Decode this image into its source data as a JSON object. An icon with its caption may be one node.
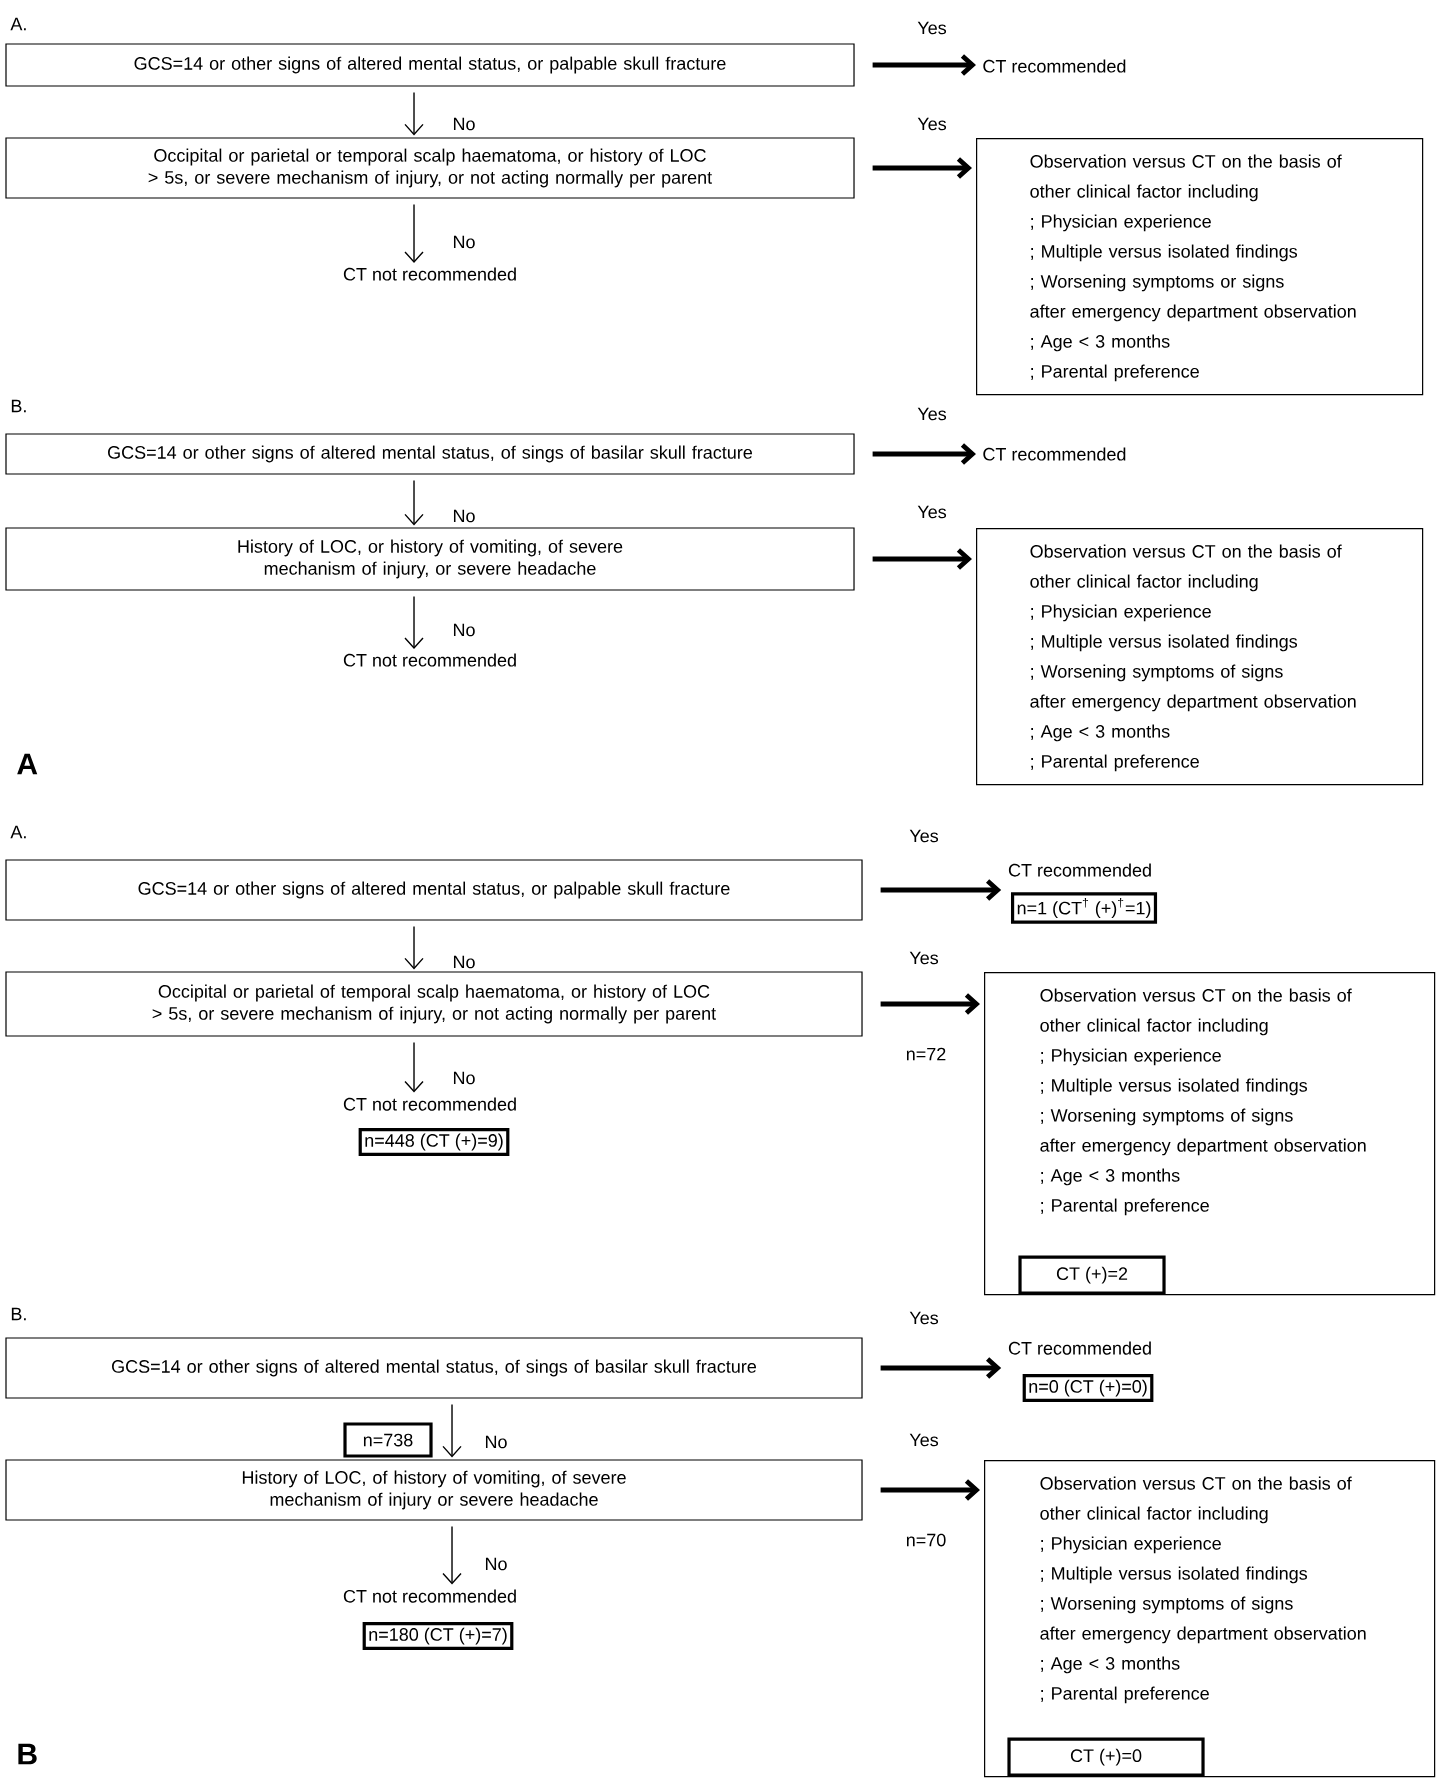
{
  "diagram": {
    "nodes": [
      {
        "text": [
          "GCS=14 or other signs of altered mental status, or palpable skull fracture"
        ]
      },
      {
        "text": [
          "CT recommended"
        ]
      },
      {
        "text": [
          "Occipital or parietal or temporal scalp haematoma, or history of LOC > 5s, or severe mechanism of injury, or not acting normally per parent"
        ]
      },
      {
        "text": [
          "Observation versus CT on the basis of other clinical factor including",
          "; Physician experience",
          "; Multiple versus isolated findings",
          "; Worsening symptoms or signs",
          "after emergency department observation",
          "; Age < 3 months",
          "; Parental preference"
        ]
      },
      {
        "text": [
          "CT not recommended"
        ]
      },
      {
        "text": [
          "GCS=14 or other signs of altered mental status, of sings of basilar skull fracture"
        ]
      },
      {
        "text": [
          "CT recommended"
        ]
      },
      {
        "text": [
          "History of LOC, or history of vomiting, of severe mechanism of injury, or severe headache"
        ]
      },
      {
        "text": [
          "Observation versus CT on the basis of other clinical factor including",
          "; Physician experience",
          "; Multiple versus isolated findings",
          "; Worsening symptoms of signs",
          "after emergency department observation",
          "; Age < 3 months",
          "; Parental preference"
        ]
      },
      {
        "text": [
          "CT not recommended"
        ]
      },
      {
        "text": [
          "GCS=14 or other signs of altered mental status, or palpable skull fracture"
        ]
      },
      {
        "text": [
          "CT recommended",
          "n=1 (CT$^{†}$ (+)$^{†}$=1)"
        ]
      },
      {
        "text": [
          "Occipital or parietal of temporal scalp haematoma, or history of LOC > 5s, or severe mechanism of injury, or not acting normally per parent"
        ]
      },
      {
        "text": [
          "Observation versus CT on the basis of other clinical factor including",
          "; Physician experience",
          "; Multiple versus isolated findings",
          "; Worsening symptoms of signs",
          "after emergency department observation",
          "; Age < 3 months",
          "; Parental preference"
        ]
      },
      {
        "text": [
          "CT (+)=2"
        ],
        "in": 13
      },
      {
        "text": [
          "CT not recommended",
          "n=448 (CT (+)=9)"
        ]
      },
      {
        "text": [
          "GCS=14 or other signs of altered mental status, of sings of basilar skull fracture"
        ]
      },
      {
        "text": [
          "CT recommended",
          "n=0 (CT (+)=0)"
        ]
      },
      {
        "text": [
          "n=738"
        ]
      },
      {
        "text": [
          "History of LOC, of history of vomiting, of severe mechanism of injury or severe headache"
        ]
      },
      {
        "text": [
          "Observation versus CT on the basis of other clinical factor including",
          "; Physician experience",
          "; Multiple versus isolated findings",
          "; Worsening symptoms of signs",
          "after emergency department observation",
          "; Age < 3 months",
          "; Parental preference"
        ]
      },
      {
        "text": [
          "CT (+)=0"
        ],
        "in": 20
      },
      {
        "text": [
          "CT not recommended",
          "n=180 (CT (+)=7)"
        ]
      }
    ],
    "edges": [
      {
        "from": 0,
        "to": 1,
        "arrow": "to",
        "label": "Yes",
        "style": "thick"
      },
      {
        "from": 0,
        "to": 2,
        "arrow": "to",
        "label": "No"
      },
      {
        "from": 2,
        "to": 3,
        "arrow": "to",
        "label": "Yes",
        "style": "thick"
      },
      {
        "from": 2,
        "to": 4,
        "arrow": "to",
        "label": "No"
      },
      {
        "from": 5,
        "to": 6,
        "arrow": "to",
        "label": "Yes",
        "style": "thick"
      },
      {
        "from": 5,
        "to": 7,
        "arrow": "to",
        "label": "No"
      },
      {
        "from": 7,
        "to": 8,
        "arrow": "to",
        "label": "Yes",
        "style": "thick"
      },
      {
        "from": 7,
        "to": 9,
        "arrow": "to",
        "label": "No"
      },
      {
        "from": 10,
        "to": 11,
        "arrow": "to",
        "label": "Yes",
        "style": "thick"
      },
      {
        "from": 10,
        "to": 12,
        "arrow": "to",
        "label": "No"
      },
      {
        "from": 12,
        "to": 13,
        "arrow": "to",
        "label": "Yes",
        "style": "thick"
      },
      {
        "from": 12,
        "to": 15,
        "arrow": "to",
        "label": "No"
      },
      {
        "from": 16,
        "to": 17,
        "arrow": "to",
        "label": "Yes",
        "style": "thick"
      },
      {
        "from": 16,
        "to": 19,
        "arrow": "to",
        "label": "No"
      },
      {
        "from": 19,
        "to": 20,
        "arrow": "to",
        "label": "Yes",
        "style": "thick"
      },
      {
        "from": 19,
        "to": 22,
        "arrow": "to",
        "label": "No"
      }
    ],
    "labels": [
      "A.",
      "B.",
      "A",
      "A.",
      "n=72",
      "B.",
      "n=70",
      "B"
    ]
  }
}
